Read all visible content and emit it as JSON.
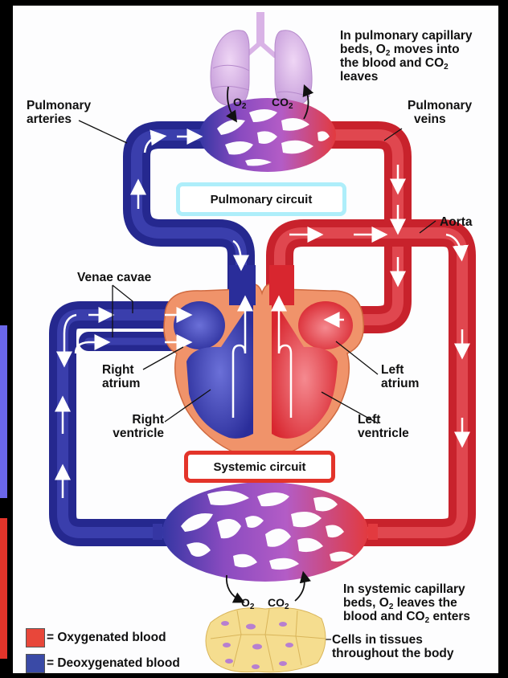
{
  "diagram": {
    "title": "Pulmonary and systemic circulation",
    "circuits": {
      "pulmonary": "Pulmonary circuit",
      "systemic": "Systemic circuit"
    },
    "labels": {
      "pulmonary_arteries": [
        "Pulmonary",
        "arteries"
      ],
      "pulmonary_veins": [
        "Pulmonary",
        "veins"
      ],
      "aorta": "Aorta",
      "venae_cavae": "Venae cavae",
      "right_atrium": [
        "Right",
        "atrium"
      ],
      "right_ventricle": [
        "Right",
        "ventricle"
      ],
      "left_atrium": [
        "Left",
        "atrium"
      ],
      "left_ventricle": [
        "Left",
        "ventricle"
      ],
      "cells": [
        "Cells in tissues",
        "throughout the body"
      ]
    },
    "notes": {
      "pulmonary": [
        "In pulmonary capillary",
        "beds, O",
        "2",
        " moves into",
        "the blood and CO",
        "2",
        "leaves"
      ],
      "systemic": [
        "In systemic capillary",
        "beds, O",
        "2",
        " leaves the",
        "blood and CO",
        "2",
        " enters"
      ]
    },
    "gas_labels": {
      "o2": "O",
      "co2": "CO",
      "subscript": "2"
    },
    "legend": [
      {
        "label": "= Oxygenated blood",
        "color": "#e8473a"
      },
      {
        "label": "= Deoxygenated blood",
        "color": "#3a4aa6"
      }
    ],
    "colors": {
      "oxygenated": "#e23a3f",
      "deoxygenated": "#3536a3",
      "capillary_mix": "#a04fc4",
      "heart_wall": "#f0936a",
      "pulmonary_box_border": "#aeeefa",
      "systemic_box_border": "#e3342a",
      "side_bar_blue": "#6b67ea",
      "side_bar_red": "#e3342a",
      "lung": "#dcb7e8",
      "tissue": "#f5dd8f"
    }
  }
}
